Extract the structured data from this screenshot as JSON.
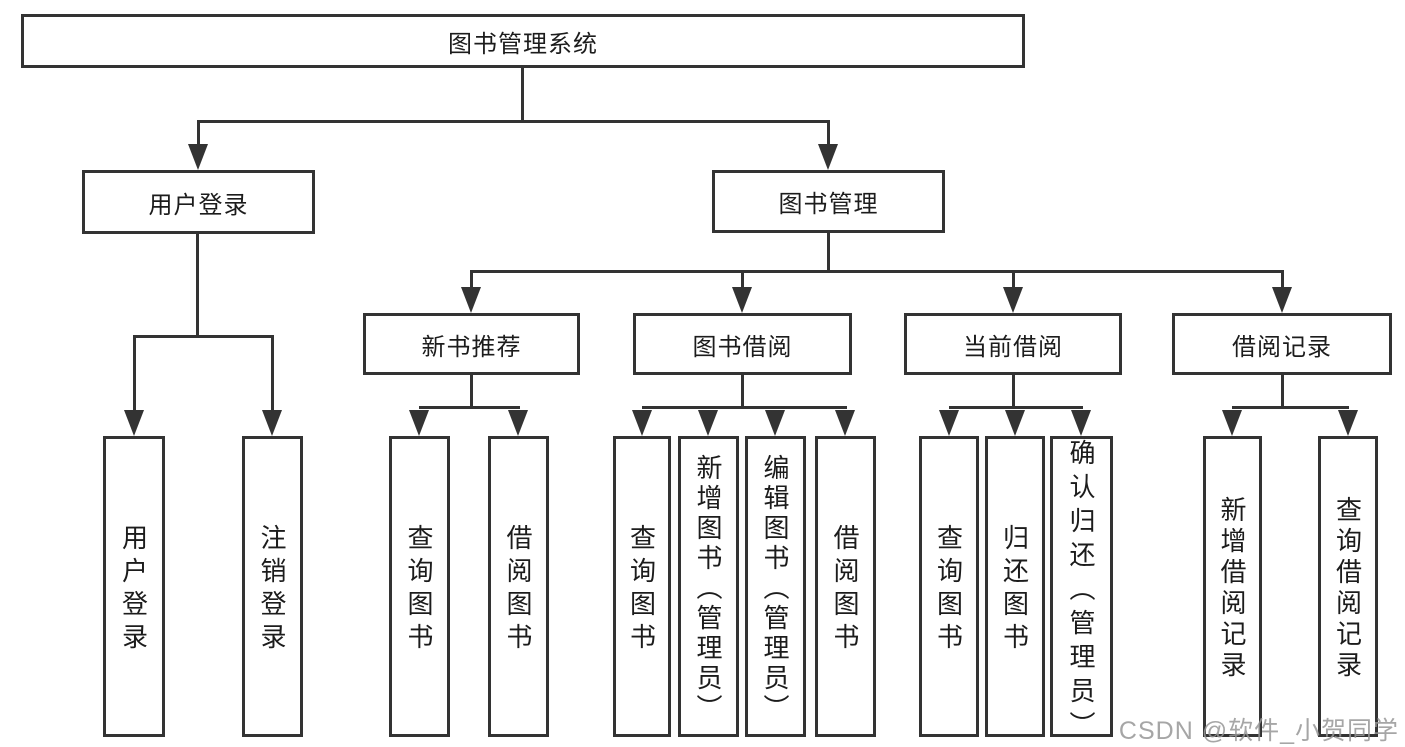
{
  "diagram": {
    "root_label": "图书管理系统",
    "login_branch": {
      "label": "用户登录",
      "children": [
        "用户登录",
        "注销登录"
      ]
    },
    "mgmt_branch": {
      "label": "图书管理",
      "sections": [
        {
          "label": "新书推荐",
          "children": [
            "查询图书",
            "借阅图书"
          ]
        },
        {
          "label": "图书借阅",
          "children": [
            "查询图书",
            "新增图书（管理员）",
            "编辑图书（管理员）",
            "借阅图书"
          ]
        },
        {
          "label": "当前借阅",
          "children": [
            "查询图书",
            "归还图书",
            "确认归还（管理员）"
          ]
        },
        {
          "label": "借阅记录",
          "children": [
            "新增借阅记录",
            "查询借阅记录"
          ]
        }
      ]
    },
    "watermark": "CSDN @软件_小贺同学",
    "colors": {
      "line": "#333333",
      "box_background": "#ffffff",
      "text": "#1c1c1c",
      "watermark": "#969696"
    }
  }
}
